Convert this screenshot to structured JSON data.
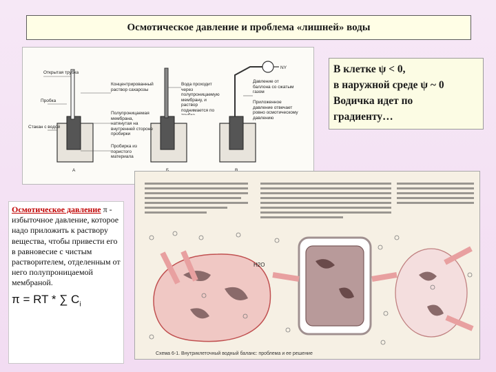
{
  "slide": {
    "title": "Осмотическое давление и проблема «лишней» воды"
  },
  "definition": {
    "term": "Осмотическое давление",
    "pi_symbol": "π",
    "dash": " -",
    "body": "избыточное давление, которое надо приложить к раствору вещества, чтобы привести его в равновесие с чистым растворителем, отделенным от него полупроницаемой мембраной.",
    "formula": "π = RT * ∑ C",
    "formula_sub": "i"
  },
  "note": {
    "line1": "В клетке ψ < 0,",
    "line2": "в наружной среде ψ ~ 0",
    "line3": "Водичка идет по",
    "line4": "градиенту…"
  },
  "figure_apparatus": {
    "labels": {
      "open_tube": "Открытая трубка",
      "stopper": "Пробка",
      "concentrated_solution": "Концентрированный раствор сахарозы",
      "semipermeable": "Полупроницаемая мембрана, натянутая на внутренней стороне пробирки",
      "glass_with_water": "Стакан с водой",
      "tube_material": "Пробирка из пористого материала",
      "water_passes": "Вода проходит через полупроницаемую мембрану, и раствор поднимается по трубке",
      "pressure_gas": "Давление от баллона со сжатым газом",
      "osmotic_applied": "Приложенное давление отвечает ровно осмотическому давлению",
      "ny": "NY",
      "fig_a": "А",
      "fig_b": "Б",
      "fig_v": "В"
    }
  },
  "figure_cells": {
    "caption": "Схема 6-1. Внутриклеточный водный баланс: проблема и ее решение",
    "h2o": "H2O"
  }
}
